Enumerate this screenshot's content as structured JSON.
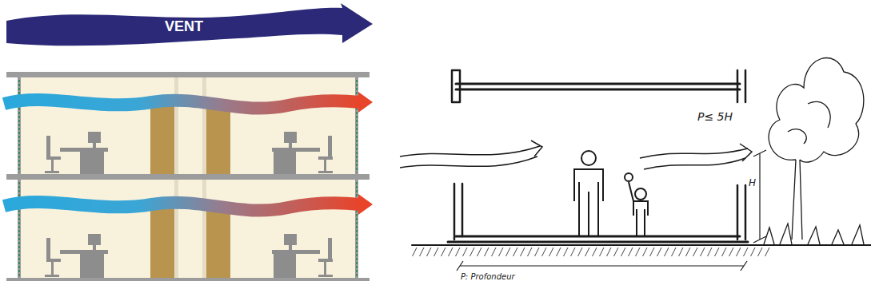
{
  "diagram": {
    "nodes": [
      {
        "text": [
          "VENT"
        ]
      }
    ],
    "labels": [
      "P≤ 5H",
      "H",
      "P: Profondeur"
    ]
  }
}
